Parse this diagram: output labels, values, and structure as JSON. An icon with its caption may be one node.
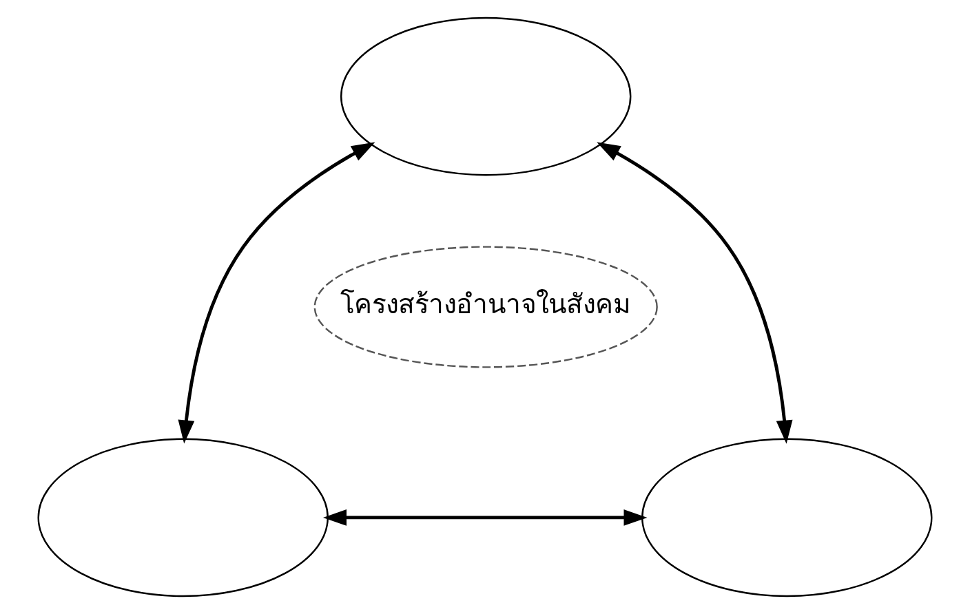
{
  "diagram": {
    "nodes": [
      {
        "text": [],
        "shape": "ellipse"
      },
      {
        "text": [
          "โครงสร้างอำนาจในสังคม"
        ]
      },
      {
        "text": [],
        "shape": "ellipse"
      },
      {
        "text": [],
        "shape": "ellipse"
      }
    ],
    "edges": [
      {
        "from": 0,
        "to": 2,
        "arrow": "both"
      },
      {
        "from": 0,
        "to": 3,
        "arrow": "both"
      },
      {
        "from": 2,
        "to": 3,
        "arrow": "both"
      }
    ]
  }
}
